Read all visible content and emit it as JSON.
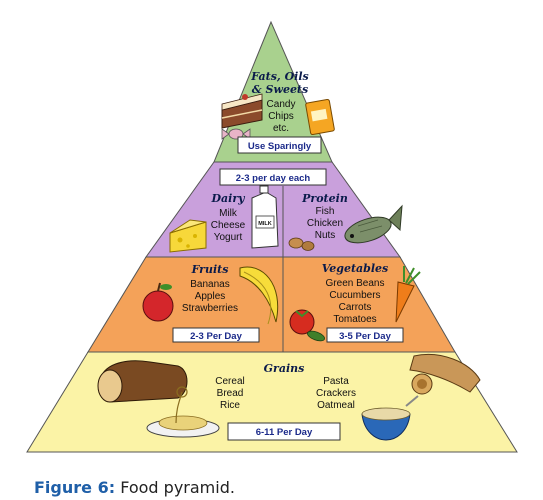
{
  "pyramid": {
    "tiers": {
      "fats": {
        "title_line1": "Fats, Oils",
        "title_line2": "& Sweets",
        "items": [
          "Candy",
          "Chips",
          "etc."
        ],
        "serving": "Use Sparingly",
        "color": "#a9d18e"
      },
      "dairy_protein": {
        "serving": "2-3 per day each",
        "color": "#c9a0dc",
        "dairy": {
          "title": "Dairy",
          "items": [
            "Milk",
            "Cheese",
            "Yogurt"
          ],
          "carton_label": "MILK"
        },
        "protein": {
          "title": "Protein",
          "items": [
            "Fish",
            "Chicken",
            "Nuts"
          ]
        }
      },
      "fruits_vegetables": {
        "color": "#f4a259",
        "fruits": {
          "title": "Fruits",
          "items": [
            "Bananas",
            "Apples",
            "Strawberries"
          ],
          "serving": "2-3 Per Day"
        },
        "vegetables": {
          "title": "Vegetables",
          "items": [
            "Green Beans",
            "Cucumbers",
            "Carrots",
            "Tomatoes"
          ],
          "serving": "3-5 Per Day"
        }
      },
      "grains": {
        "title": "Grains",
        "color": "#fbf3a6",
        "items_left": [
          "Cereal",
          "Bread",
          "Rice"
        ],
        "items_right": [
          "Pasta",
          "Crackers",
          "Oatmeal"
        ],
        "serving": "6-11 Per Day"
      }
    }
  },
  "caption": {
    "label": "Figure 6:",
    "text": "Food pyramid."
  }
}
